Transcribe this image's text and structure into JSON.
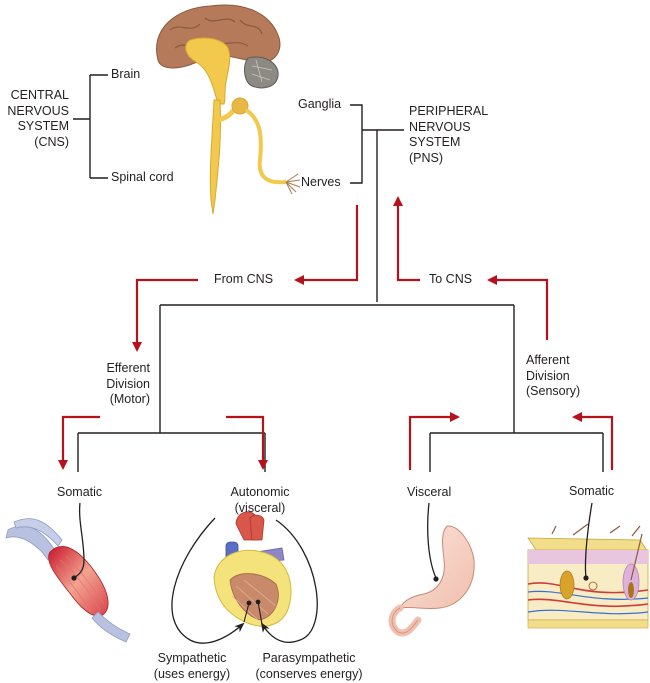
{
  "colors": {
    "line": "#231f20",
    "arrow": "#b5121b",
    "nerve_yellow": "#f2c94c",
    "brain": "#b07a5c"
  },
  "cns": {
    "title_lines": [
      "CENTRAL",
      "NERVOUS",
      "SYSTEM",
      "(CNS)"
    ],
    "brain": "Brain",
    "spinal_cord": "Spinal cord"
  },
  "pns": {
    "title_lines": [
      "PERIPHERAL",
      "NERVOUS",
      "SYSTEM",
      "(PNS)"
    ],
    "ganglia": "Ganglia",
    "nerves": "Nerves"
  },
  "flow": {
    "from_cns": "From CNS",
    "to_cns": "To CNS"
  },
  "efferent": {
    "title_lines": [
      "Efferent",
      "Division",
      "(Motor)"
    ],
    "somatic": "Somatic",
    "autonomic_lines": [
      "Autonomic",
      "(visceral)"
    ],
    "sympathetic_lines": [
      "Sympathetic",
      "(uses energy)"
    ],
    "parasympathetic_lines": [
      "Parasympathetic",
      "(conserves energy)"
    ]
  },
  "afferent": {
    "title_lines": [
      "Afferent",
      "Division",
      "(Sensory)"
    ],
    "visceral": "Visceral",
    "somatic": "Somatic"
  },
  "illustrations": {
    "brain": "brain-and-spinal-cord",
    "muscle": "skeletal-muscle",
    "heart": "heart",
    "stomach": "stomach",
    "skin": "skin-cross-section"
  }
}
